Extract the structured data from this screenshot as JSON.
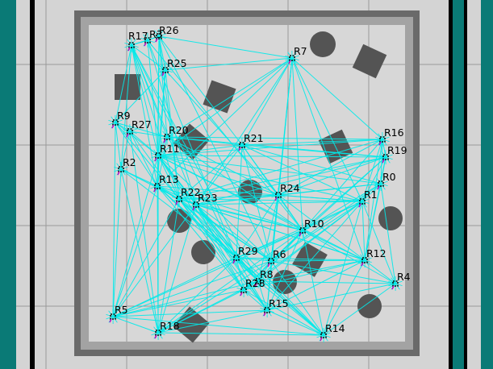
{
  "colors": {
    "background": "#d4d4d4",
    "grid_line": "#9a9a9a",
    "border_teal": "#0a7a76",
    "border_black": "#000000",
    "wall_outer": "#6a6a6a",
    "wall_inner": "#9c9c9c",
    "floor": "#d7d7d7",
    "obstacle": "#545454",
    "link": "#00eaea",
    "robot": "#111111",
    "robot_accent": "#c000c0"
  },
  "robots": [
    {
      "label": "R0"
    },
    {
      "label": "R1"
    },
    {
      "label": "R2"
    },
    {
      "label": "R4"
    },
    {
      "label": "R5"
    },
    {
      "label": "R6"
    },
    {
      "label": "R7"
    },
    {
      "label": "R8"
    },
    {
      "label": "R9"
    },
    {
      "label": "R10"
    },
    {
      "label": "R11"
    },
    {
      "label": "R12"
    },
    {
      "label": "R13"
    },
    {
      "label": "R14"
    },
    {
      "label": "R15"
    },
    {
      "label": "R16"
    },
    {
      "label": "R17"
    },
    {
      "label": "R18"
    },
    {
      "label": "R19"
    },
    {
      "label": "R20"
    },
    {
      "label": "R21"
    },
    {
      "label": "R22"
    },
    {
      "label": "R23"
    },
    {
      "label": "R24"
    },
    {
      "label": "R25"
    },
    {
      "label": "R26"
    },
    {
      "label": "R27"
    },
    {
      "label": "R28"
    },
    {
      "label": "R29"
    },
    {
      "label": "R3"
    }
  ]
}
